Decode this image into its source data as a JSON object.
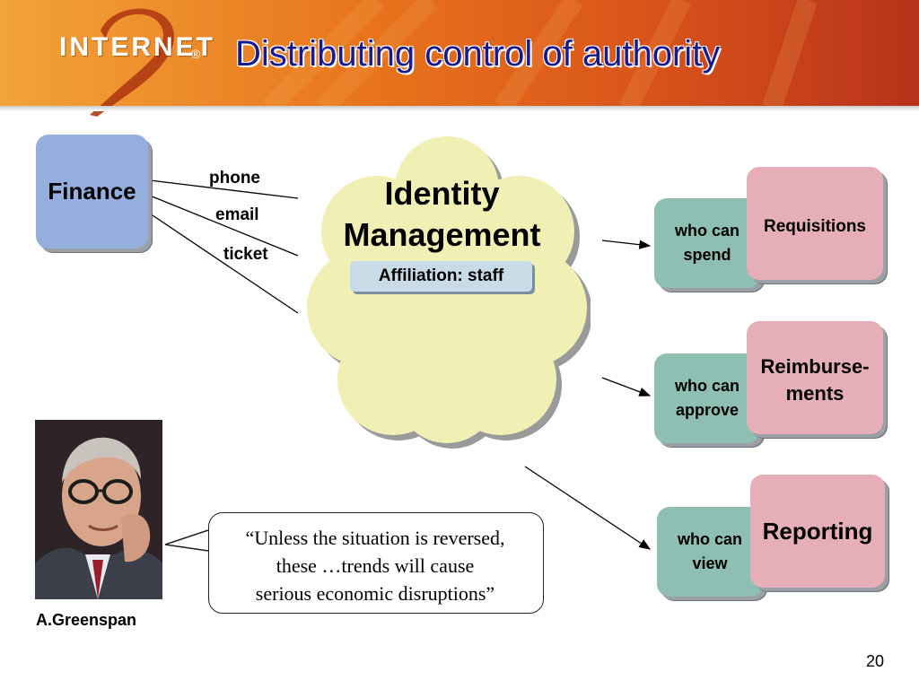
{
  "header": {
    "logo_text": "INTERNET",
    "logo_mark": "2",
    "logo_registered": "®",
    "title": "Distributing control of authority",
    "gradient": [
      "#f2a33a",
      "#e8741c",
      "#d9541a",
      "#b8321b"
    ],
    "title_color": "#1a1a8c"
  },
  "diagram": {
    "source_box": "Finance",
    "attributes": [
      "phone",
      "email",
      "ticket"
    ],
    "center": {
      "title_line1": "Identity",
      "title_line2": "Management",
      "tag": "Affiliation: staff"
    },
    "permissions": [
      {
        "line1": "who can",
        "line2": "spend"
      },
      {
        "line1": "who can",
        "line2": "approve"
      },
      {
        "line1": "who can",
        "line2": "view"
      }
    ],
    "services": [
      {
        "line1": "Requisitions",
        "line2": ""
      },
      {
        "line1": "Reimburse-",
        "line2": "ments"
      },
      {
        "line1": "Reporting",
        "line2": ""
      }
    ],
    "colors": {
      "finance": "#94aede",
      "cloud": "#f0efb4",
      "permission": "#8fbfb2",
      "service": "#e6aeb7",
      "tag": "#c8dbe6"
    }
  },
  "quote": {
    "line1": "“Unless the situation is reversed,",
    "line2": "these …trends will cause",
    "line3": "serious economic disruptions”",
    "attribution": "A.Greenspan"
  },
  "page_number": "20"
}
